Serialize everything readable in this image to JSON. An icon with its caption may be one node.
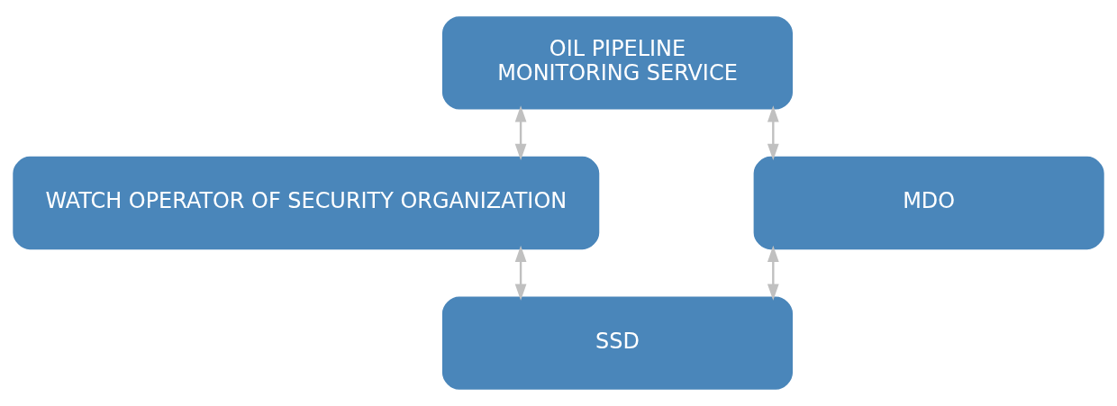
{
  "diagram": {
    "nodes": [
      {
        "text": [
          "OIL PIPELINE MONITORING SERVICE"
        ]
      },
      {
        "text": [
          "WATCH OPERATOR OF SECURITY ORGANIZATION"
        ]
      },
      {
        "text": [
          "MDO"
        ]
      },
      {
        "text": [
          "SSD"
        ]
      }
    ],
    "edges": [
      {
        "from": 1,
        "to": 0,
        "arrow": "both"
      },
      {
        "from": 0,
        "to": 2,
        "arrow": "both"
      },
      {
        "from": 1,
        "to": 3,
        "arrow": "both"
      },
      {
        "from": 3,
        "to": 2,
        "arrow": "both"
      }
    ]
  }
}
